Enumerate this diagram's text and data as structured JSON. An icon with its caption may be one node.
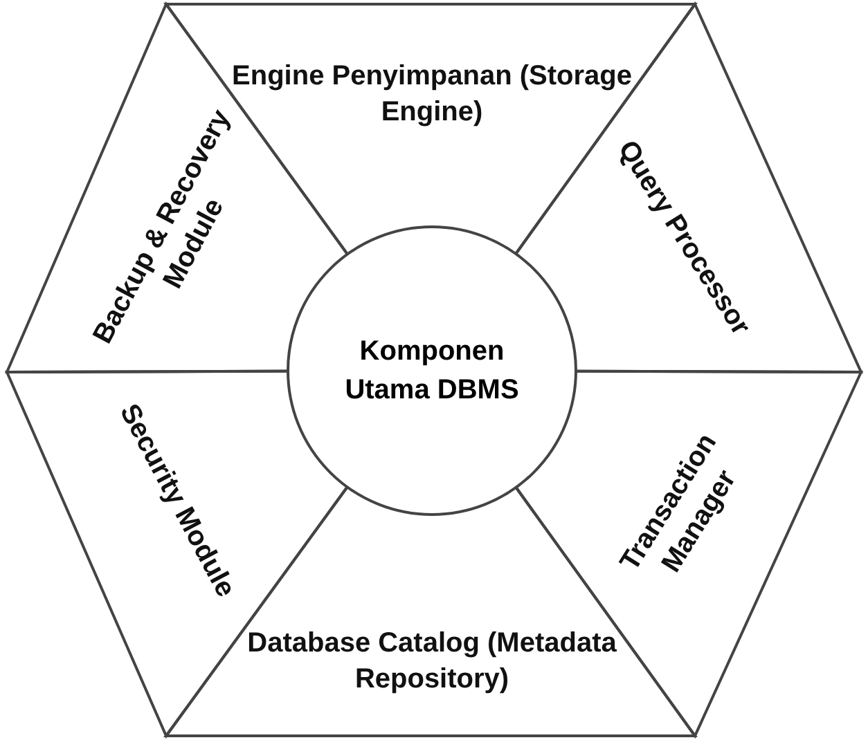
{
  "diagram": {
    "nodes": [
      {
        "text": [
          "Engine Penyimpanan (Storage Engine)"
        ]
      },
      {
        "text": [
          "Backup & Recovery Module"
        ]
      },
      {
        "text": [
          "Query Processor"
        ]
      },
      {
        "text": [
          "Komponen Utama DBMS"
        ]
      },
      {
        "text": [
          "Security Module"
        ]
      },
      {
        "text": [
          "Transaction Manager"
        ]
      },
      {
        "text": [
          "Database Catalog (Metadata Repository)"
        ]
      }
    ]
  }
}
